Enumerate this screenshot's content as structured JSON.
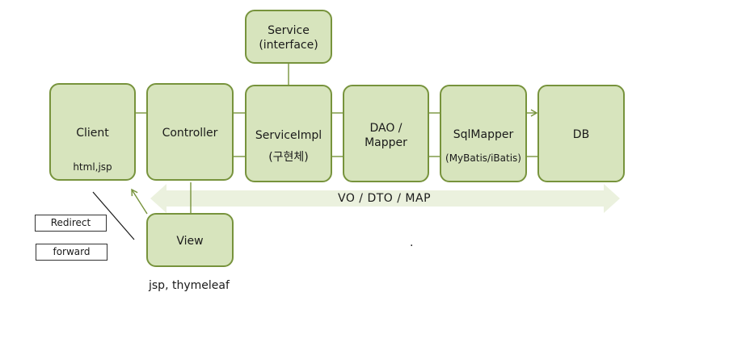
{
  "nodes": {
    "service_interface": "Service\n(interface)",
    "client": {
      "title": "Client",
      "sub": "html,jsp"
    },
    "controller": "Controller",
    "service_impl": {
      "title": "ServiceImpl",
      "sub": "(구현체)"
    },
    "dao": "DAO /\nMapper",
    "sqlmapper": {
      "title": "SqlMapper",
      "sub": "(MyBatis/iBatis)"
    },
    "db": "DB",
    "view": "View"
  },
  "band_label": "VO / DTO / MAP",
  "view_tech": "jsp,  thymeleaf",
  "side_labels": {
    "redirect": "Redirect",
    "forward": "forward"
  },
  "stray_mark": ".",
  "colors": {
    "node_fill": "#d7e4bd",
    "node_border": "#77933c",
    "band_fill": "#ebf1de",
    "connector": "#77933c"
  }
}
